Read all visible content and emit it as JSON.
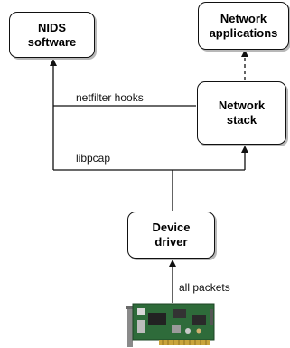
{
  "nodes": {
    "nids": {
      "line1": "NIDS",
      "line2": "software"
    },
    "netapps": {
      "line1": "Network",
      "line2": "applications"
    },
    "netstack": {
      "line1": "Network",
      "line2": "stack"
    },
    "driver": {
      "line1": "Device",
      "line2": "driver"
    }
  },
  "edges": {
    "netfilter": "netfilter hooks",
    "libpcap": "libpcap",
    "all_packets": "all packets"
  },
  "colors": {
    "line": "#111111",
    "box_shadow": "#b8b8b8",
    "card_pcb": "#2e6b3a"
  },
  "image": {
    "network_card": "network-interface-card"
  }
}
